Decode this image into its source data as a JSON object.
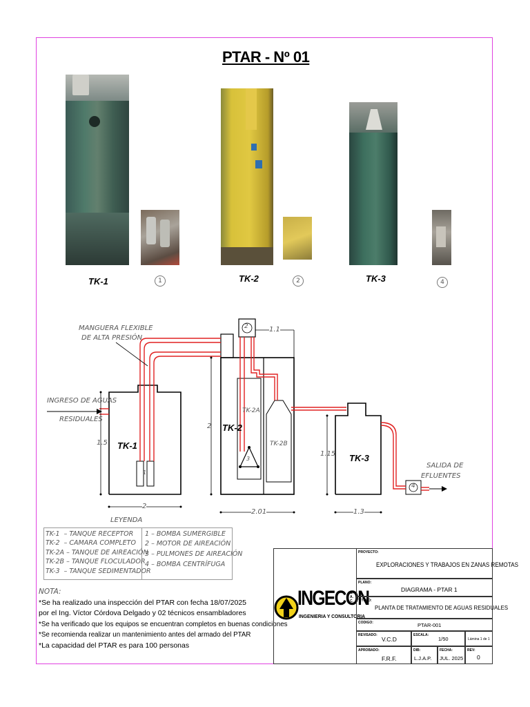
{
  "page_title": "PTAR - Nº 01",
  "tanks": {
    "tk1": "TK-1",
    "tk2": "TK-2",
    "tk3": "TK-3",
    "tk2a": "TK-2A",
    "tk2b": "TK-2B"
  },
  "photo_markers": [
    "1",
    "2",
    "4"
  ],
  "diagram": {
    "hose_label_1": "MANGUERA FLEXIBLE",
    "hose_label_2": "DE ALTA PRESIÓN",
    "inlet_label_1": "INGRESO DE AGUAS",
    "inlet_label_2": "RESIDUALES",
    "outlet_label_1": "SALIDA DE",
    "outlet_label_2": "EFLUENTES",
    "dim_tk1_h": "1.5",
    "dim_tk1_w": "2",
    "dim_tk2_h": "2",
    "dim_tk2_w": "2.01",
    "dim_tk3_h": "1.15",
    "dim_tk3_w": "1.3",
    "dim_motor": "1.1",
    "marker_1": "1",
    "marker_2": "2",
    "marker_3": "3",
    "marker_4": "4"
  },
  "legend": {
    "title": "LEYENDA",
    "left": [
      {
        "code": "TK-1",
        "desc": "TANQUE RECEPTOR"
      },
      {
        "code": "TK-2",
        "desc": "CAMARA COMPLETO"
      },
      {
        "code": "TK-2A",
        "desc": "TANQUE DE AIREACIÓN"
      },
      {
        "code": "TK-2B",
        "desc": "TANQUE FLOCULADOR"
      },
      {
        "code": "TK-3",
        "desc": "TANQUE SEDIMENTADOR"
      }
    ],
    "right": [
      {
        "code": "1",
        "desc": "BOMBA SUMERGIBLE"
      },
      {
        "code": "2",
        "desc": "MOTOR DE AIREACIÓN"
      },
      {
        "code": "3",
        "desc": "PULMONES DE AIREACIÓN"
      },
      {
        "code": "4",
        "desc": "BOMBA CENTRÍFUGA"
      }
    ]
  },
  "notes": {
    "title": "NOTA:",
    "lines": [
      "*Se ha realizado una inspección del PTAR con fecha 18/07/2025",
      "por el Ing. Víctor Córdova Delgado y 02 técnicos ensambladores",
      "*Se ha verificado que los equipos se encuentran completos en buenas condiciones",
      "*Se recomienda realizar un mantenimiento antes del armado del PTAR",
      "*La capacidad del PTAR es para 100 personas"
    ]
  },
  "title_block": {
    "logo_text": "INGECON",
    "logo_suffix": "S.A.C.",
    "logo_sub": "INGENIERIA Y CONSULTORIA",
    "proyecto_label": "PROYECTO:",
    "proyecto": "EXPLORACIONES Y TRABAJOS EN ZANAS REMOTAS",
    "plano_label": "PLANO:",
    "plano": "DIAGRAMA - PTAR 1",
    "titulo_label": "TITULO:",
    "titulo": "PLANTA DE TRATAMIENTO DE AGUAS RESIDUALES",
    "codigo_label": "CODIGO:",
    "codigo": "PTAR-001",
    "revisado_label": "REVISADO:",
    "revisado": "V.C.D",
    "escala_label": "ESCALA:",
    "escala": "1/50",
    "lamina": "Lámina 1 de 1",
    "aprobado_label": "APROBADO:",
    "aprobado": "F.R.F.",
    "dib_label": "DIB:",
    "dib": "L.J.A.P.",
    "fecha_label": "FECHA:",
    "fecha": "JUL. 2025",
    "rev_label": "REV:",
    "rev": "0"
  },
  "colors": {
    "frame": "#e040e0",
    "pipe": "#e02020",
    "logo_yellow": "#f2d21a"
  }
}
